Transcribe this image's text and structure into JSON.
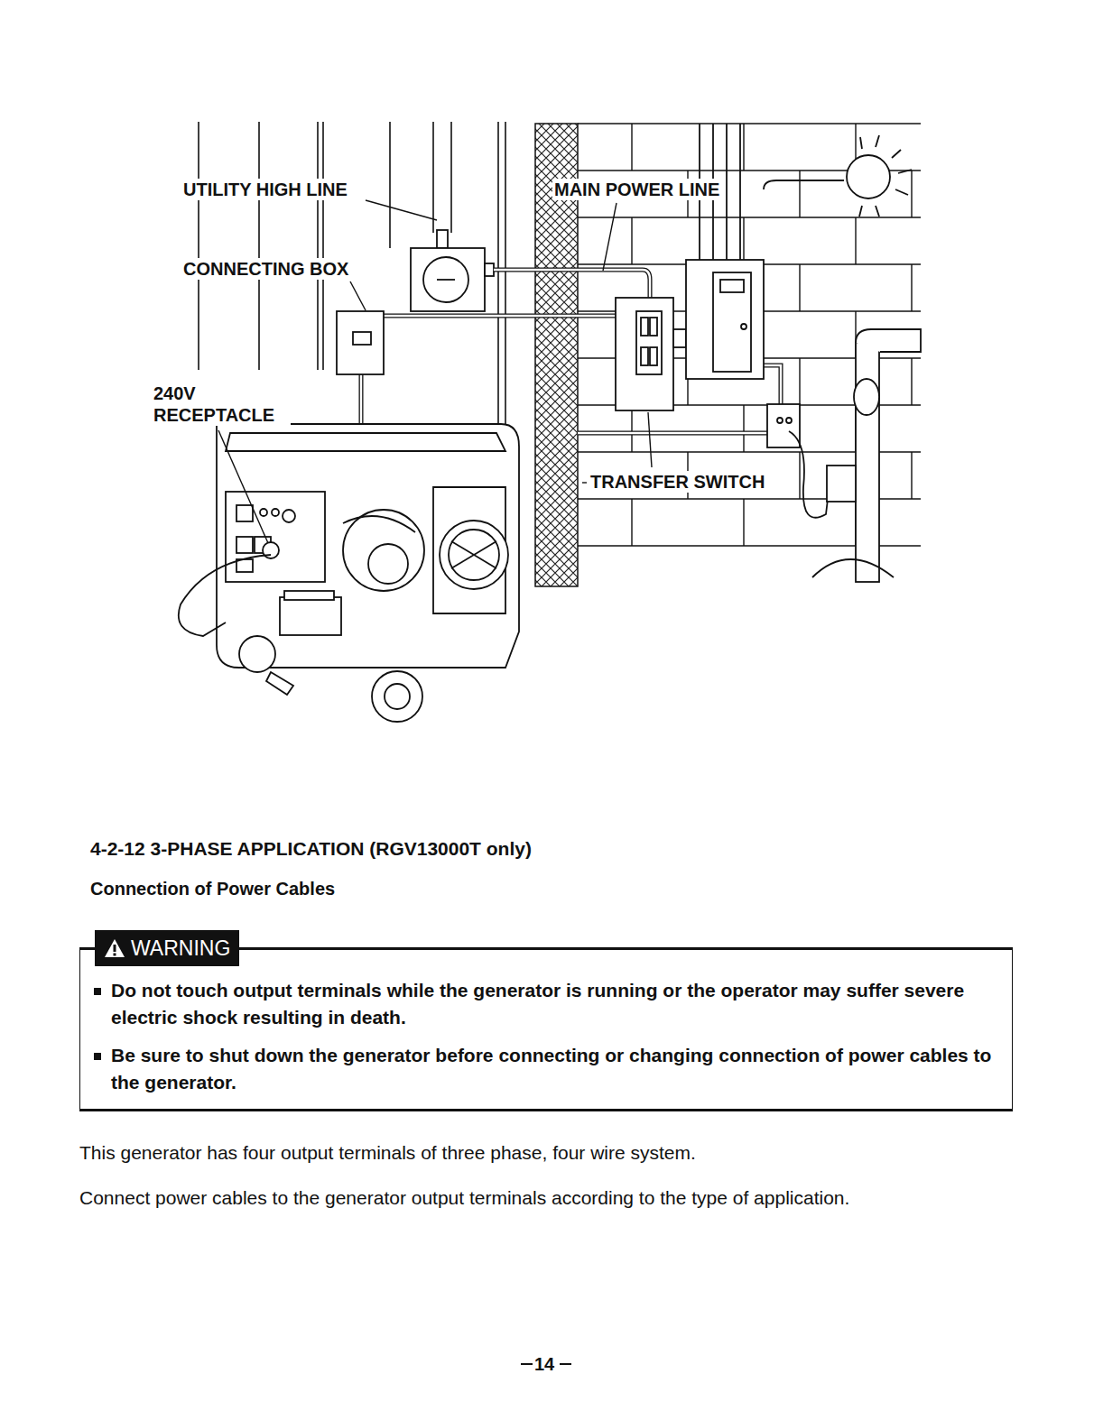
{
  "diagram": {
    "title": "4-2-12 3-PHASE APPLICATION (RGV13000T only)",
    "nodes": [
      {
        "text": [
          "WARNING",
          "Do not touch output terminals while the generator is running or the operator may suffer severe electric shock resulting in death.",
          "Be sure to shut down the generator before connecting or changing connection of power cables to the generator."
        ]
      }
    ],
    "labels": [
      "UTILITY HIGH LINE",
      "CONNECTING BOX",
      "240V RECEPTACLE",
      "MAIN POWER LINE",
      "TRANSFER SWITCH",
      "Connection of Power Cables",
      "This generator has four output terminals of three phase, four wire system.",
      "Connect power cables to the generator output terminals according to the type of application.",
      "14"
    ]
  }
}
